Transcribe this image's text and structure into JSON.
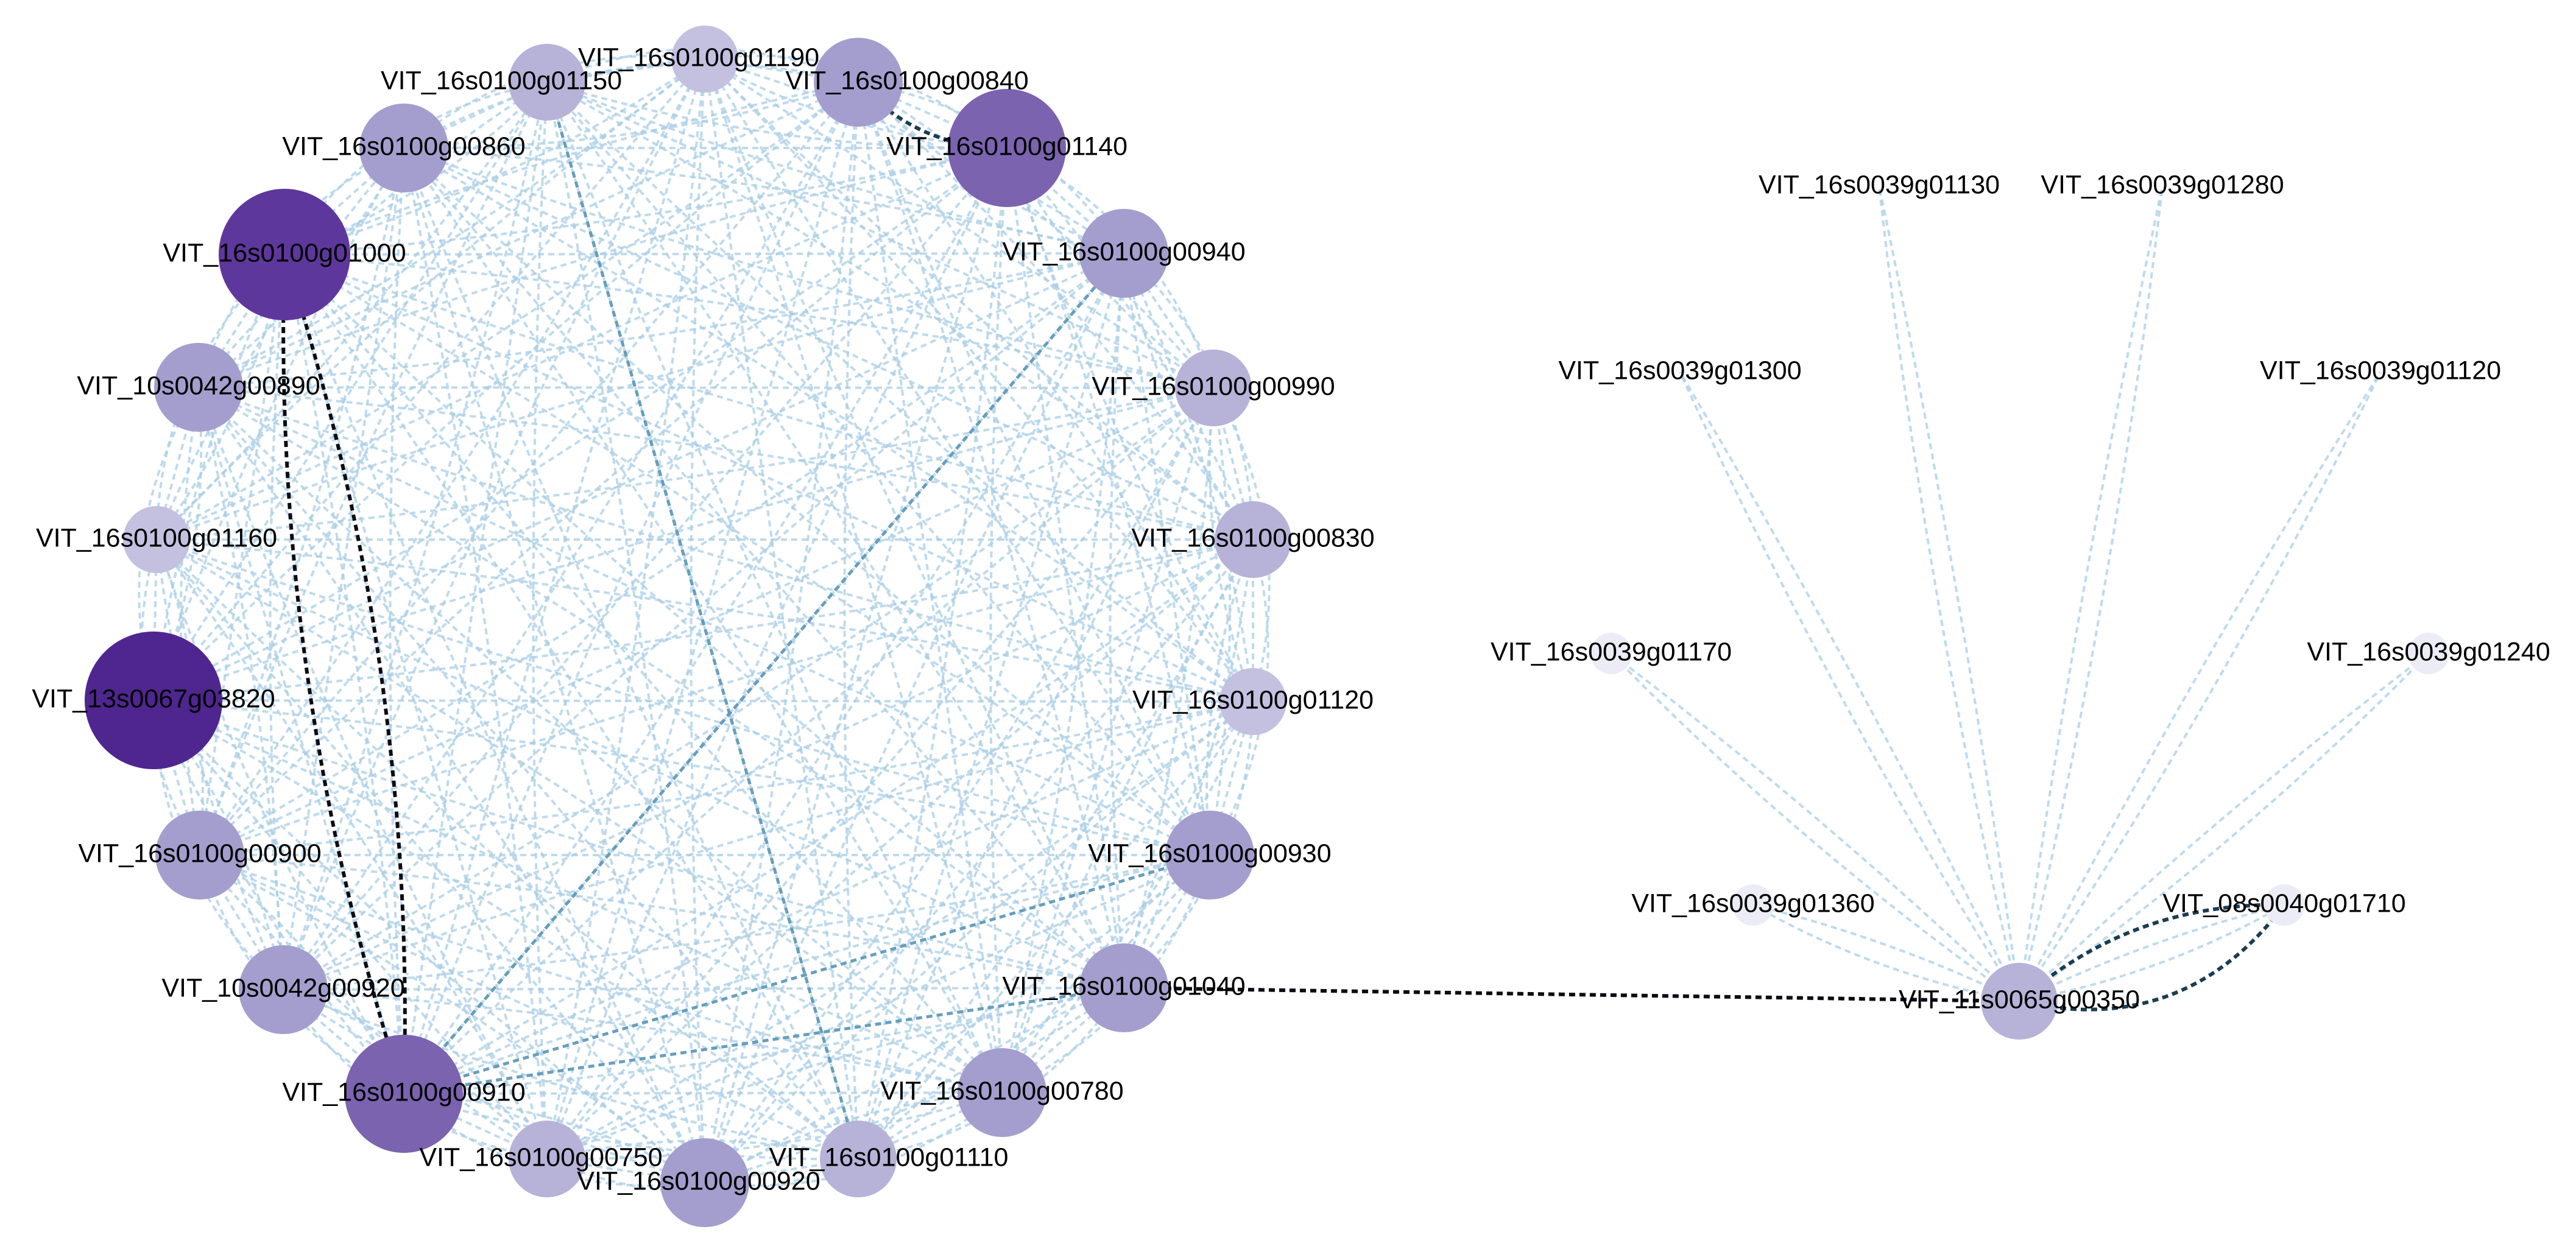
{
  "figure": {
    "background": "#ffffff",
    "label_color": "#000000"
  },
  "style": {
    "edge_colors": {
      "weak": "#a9cde6",
      "medium": "#5f9ab8",
      "strong": "#1c3d52",
      "strongest": "#0b0b14"
    },
    "node_colors": {
      "1": "#ececf6",
      "2": "#c3c0e0",
      "3": "#b6b2d8",
      "4": "#a39ecd",
      "5": "#7b63b0",
      "6": "#5e379c",
      "7": "#4f2690"
    }
  },
  "network": {
    "nodes": [
      {
        "id": "VIT_16s0100g01190",
        "label": "VIT_16s0100g01190",
        "level": 2
      },
      {
        "id": "VIT_16s0100g00840",
        "label": "VIT_16s0100g00840",
        "level": 4
      },
      {
        "id": "VIT_16s0100g01140",
        "label": "VIT_16s0100g01140",
        "level": 5
      },
      {
        "id": "VIT_16s0100g00940",
        "label": "VIT_16s0100g00940",
        "level": 4
      },
      {
        "id": "VIT_16s0100g00990",
        "label": "VIT_16s0100g00990",
        "level": 3
      },
      {
        "id": "VIT_16s0100g00830",
        "label": "VIT_16s0100g00830",
        "level": 3
      },
      {
        "id": "VIT_16s0100g01120",
        "label": "VIT_16s0100g01120",
        "level": 2
      },
      {
        "id": "VIT_16s0100g00930",
        "label": "VIT_16s0100g00930",
        "level": 4
      },
      {
        "id": "VIT_16s0100g01040",
        "label": "VIT_16s0100g01040",
        "level": 4
      },
      {
        "id": "VIT_16s0100g00780",
        "label": "VIT_16s0100g00780",
        "level": 4
      },
      {
        "id": "VIT_16s0100g01110",
        "label": "VIT_16s0100g01110",
        "level": 3
      },
      {
        "id": "VIT_16s0100g00920",
        "label": "VIT_16s0100g00920",
        "level": 4
      },
      {
        "id": "VIT_16s0100g00750",
        "label": "VIT_16s0100g00750",
        "level": 3
      },
      {
        "id": "VIT_16s0100g00910",
        "label": "VIT_16s0100g00910",
        "level": 5
      },
      {
        "id": "VIT_10s0042g00920",
        "label": "VIT_10s0042g00920",
        "level": 4
      },
      {
        "id": "VIT_16s0100g00900",
        "label": "VIT_16s0100g00900",
        "level": 4
      },
      {
        "id": "VIT_13s0067g03820",
        "label": "VIT_13s0067g03820",
        "level": 7
      },
      {
        "id": "VIT_16s0100g01160",
        "label": "VIT_16s0100g01160",
        "level": 2
      },
      {
        "id": "VIT_10s0042g00890",
        "label": "VIT_10s0042g00890",
        "level": 4
      },
      {
        "id": "VIT_16s0100g01000",
        "label": "VIT_16s0100g01000",
        "level": 6
      },
      {
        "id": "VIT_16s0100g00860",
        "label": "VIT_16s0100g00860",
        "level": 4
      },
      {
        "id": "VIT_16s0100g01150",
        "label": "VIT_16s0100g01150",
        "level": 3
      },
      {
        "id": "VIT_11s0065g00350",
        "label": "VIT_11s0065g00350",
        "level": 3
      },
      {
        "id": "VIT_08s0040g01710",
        "label": "VIT_08s0040g01710",
        "level": 1
      },
      {
        "id": "VIT_16s0039g01130",
        "label": "VIT_16s0039g01130",
        "level": 0
      },
      {
        "id": "VIT_16s0039g01280",
        "label": "VIT_16s0039g01280",
        "level": 0
      },
      {
        "id": "VIT_16s0039g01300",
        "label": "VIT_16s0039g01300",
        "level": 0
      },
      {
        "id": "VIT_16s0039g01120",
        "label": "VIT_16s0039g01120",
        "level": 0
      },
      {
        "id": "VIT_16s0039g01170",
        "label": "VIT_16s0039g01170",
        "level": 1
      },
      {
        "id": "VIT_16s0039g01240",
        "label": "VIT_16s0039g01240",
        "level": 1
      },
      {
        "id": "VIT_16s0039g01360",
        "label": "VIT_16s0039g01360",
        "level": 1
      }
    ],
    "highlighted_edges": [
      {
        "source": "VIT_16s0100g01000",
        "target": "VIT_16s0100g00910",
        "strength": "strongest"
      },
      {
        "source": "VIT_16s0100g01000",
        "target": "VIT_16s0100g00910",
        "strength": "strongest"
      },
      {
        "source": "VIT_16s0100g00910",
        "target": "VIT_16s0100g00940",
        "strength": "medium"
      },
      {
        "source": "VIT_16s0100g00910",
        "target": "VIT_16s0100g00930",
        "strength": "medium"
      },
      {
        "source": "VIT_16s0100g00910",
        "target": "VIT_16s0100g01040",
        "strength": "medium"
      },
      {
        "source": "VIT_16s0100g01150",
        "target": "VIT_16s0100g01110",
        "strength": "medium"
      },
      {
        "source": "VIT_16s0100g00840",
        "target": "VIT_16s0100g01140",
        "strength": "strong"
      },
      {
        "source": "VIT_16s0100g01040",
        "target": "VIT_11s0065g00350",
        "strength": "strongest"
      },
      {
        "source": "VIT_11s0065g00350",
        "target": "VIT_08s0040g01710",
        "strength": "strong"
      },
      {
        "source": "VIT_11s0065g00350",
        "target": "VIT_08s0040g01710",
        "strength": "strong"
      }
    ],
    "star_edges": [
      {
        "source": "VIT_11s0065g00350",
        "target": "VIT_16s0039g01130",
        "strength": "weak"
      },
      {
        "source": "VIT_11s0065g00350",
        "target": "VIT_16s0039g01280",
        "strength": "weak"
      },
      {
        "source": "VIT_11s0065g00350",
        "target": "VIT_16s0039g01300",
        "strength": "weak"
      },
      {
        "source": "VIT_11s0065g00350",
        "target": "VIT_16s0039g01120",
        "strength": "weak"
      },
      {
        "source": "VIT_11s0065g00350",
        "target": "VIT_16s0039g01170",
        "strength": "weak"
      },
      {
        "source": "VIT_11s0065g00350",
        "target": "VIT_16s0039g01240",
        "strength": "weak"
      },
      {
        "source": "VIT_11s0065g00350",
        "target": "VIT_16s0039g01360",
        "strength": "weak"
      },
      {
        "source": "VIT_11s0065g00350",
        "target": "VIT_08s0040g01710",
        "strength": "weak"
      }
    ],
    "cluster_edges": "all pairs among the 22 circle-layout genes (weak)"
  }
}
